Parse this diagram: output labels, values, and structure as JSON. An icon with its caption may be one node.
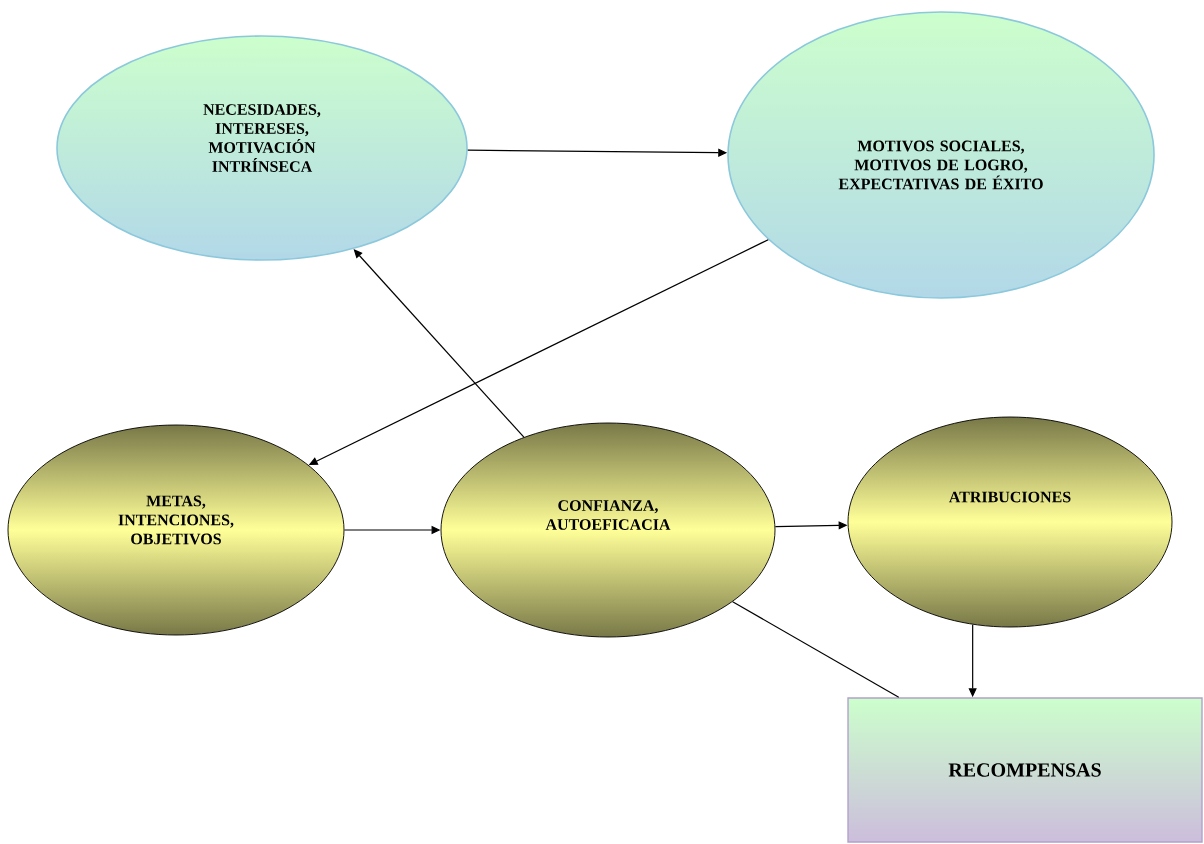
{
  "diagram": {
    "nodes": [
      {
        "text": [
          "NECESIDADES, INTERESES, MOTIVACIÓN INTRÍNSECA"
        ]
      },
      {
        "text": [
          "MOTIVOS SOCIALES, MOTIVOS DE LOGRO, EXPECTATIVAS DE ÉXITO"
        ]
      },
      {
        "text": [
          "METAS, INTENCIONES, OBJETIVOS"
        ]
      },
      {
        "text": [
          "CONFIANZA, AUTOEFICACIA"
        ]
      },
      {
        "text": [
          "ATRIBUCIONES"
        ]
      },
      {
        "text": [
          "RECOMPENSAS"
        ]
      }
    ],
    "edges": [
      {
        "from": 0,
        "to": 1,
        "arrow": "to"
      },
      {
        "from": 1,
        "to": 2,
        "arrow": "to"
      },
      {
        "from": 3,
        "to": 0,
        "arrow": "to"
      },
      {
        "from": 2,
        "to": 3,
        "arrow": "to"
      },
      {
        "from": 3,
        "to": 4,
        "arrow": "to"
      },
      {
        "from": 4,
        "to": 5,
        "arrow": "to"
      },
      {
        "from": 3,
        "to": 5,
        "arrow": "none"
      }
    ]
  }
}
